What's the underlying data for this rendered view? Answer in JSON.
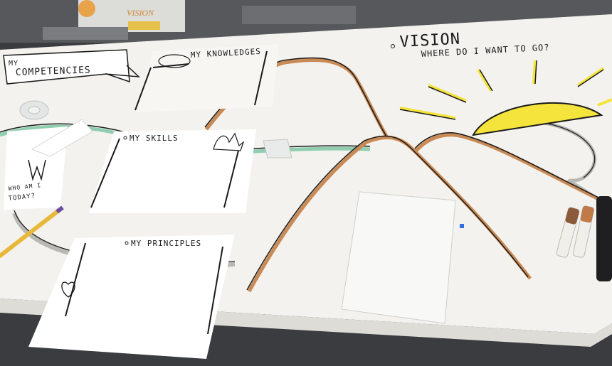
{
  "canvas": {
    "vision_title": "VISION",
    "vision_subtitle": "WHERE DO I WANT TO GO?",
    "banner_line1": "MY",
    "banner_line2": "COMPETENCIES",
    "knowledges_label": "MY KNOWLEDGES",
    "skills_label": "MY SKILLS",
    "principles_label": "MY PRINCIPLES",
    "who_line1": "WHO AM I",
    "who_line2": "TODAY?",
    "top_note": "VISION"
  },
  "colors": {
    "paper": "#f3f2ee",
    "sheet": "#ffffff",
    "sun": "#f4e43c",
    "mountain_outline": "#c98a55",
    "river": "#8fcfb0",
    "ink": "#1a1a1a",
    "table": "#3a3c40"
  }
}
